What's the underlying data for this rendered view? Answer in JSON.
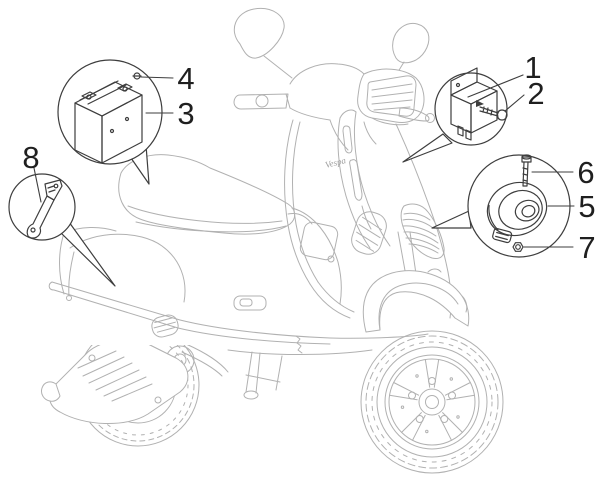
{
  "diagram": {
    "type": "scooter-parts-diagram",
    "logo_text": "Vespa",
    "colors": {
      "background": "#ffffff",
      "sketch_line": "#b1b1b1",
      "detail_line": "#3e3e3e",
      "number_color": "#1f1f1f"
    },
    "callouts": [
      {
        "number": "1",
        "target": "relay"
      },
      {
        "number": "2",
        "target": "relay-screw"
      },
      {
        "number": "3",
        "target": "battery"
      },
      {
        "number": "4",
        "target": "battery-screw"
      },
      {
        "number": "5",
        "target": "horn"
      },
      {
        "number": "6",
        "target": "horn-screw"
      },
      {
        "number": "7",
        "target": "horn-nut"
      },
      {
        "number": "8",
        "target": "battery-bracket"
      }
    ]
  }
}
